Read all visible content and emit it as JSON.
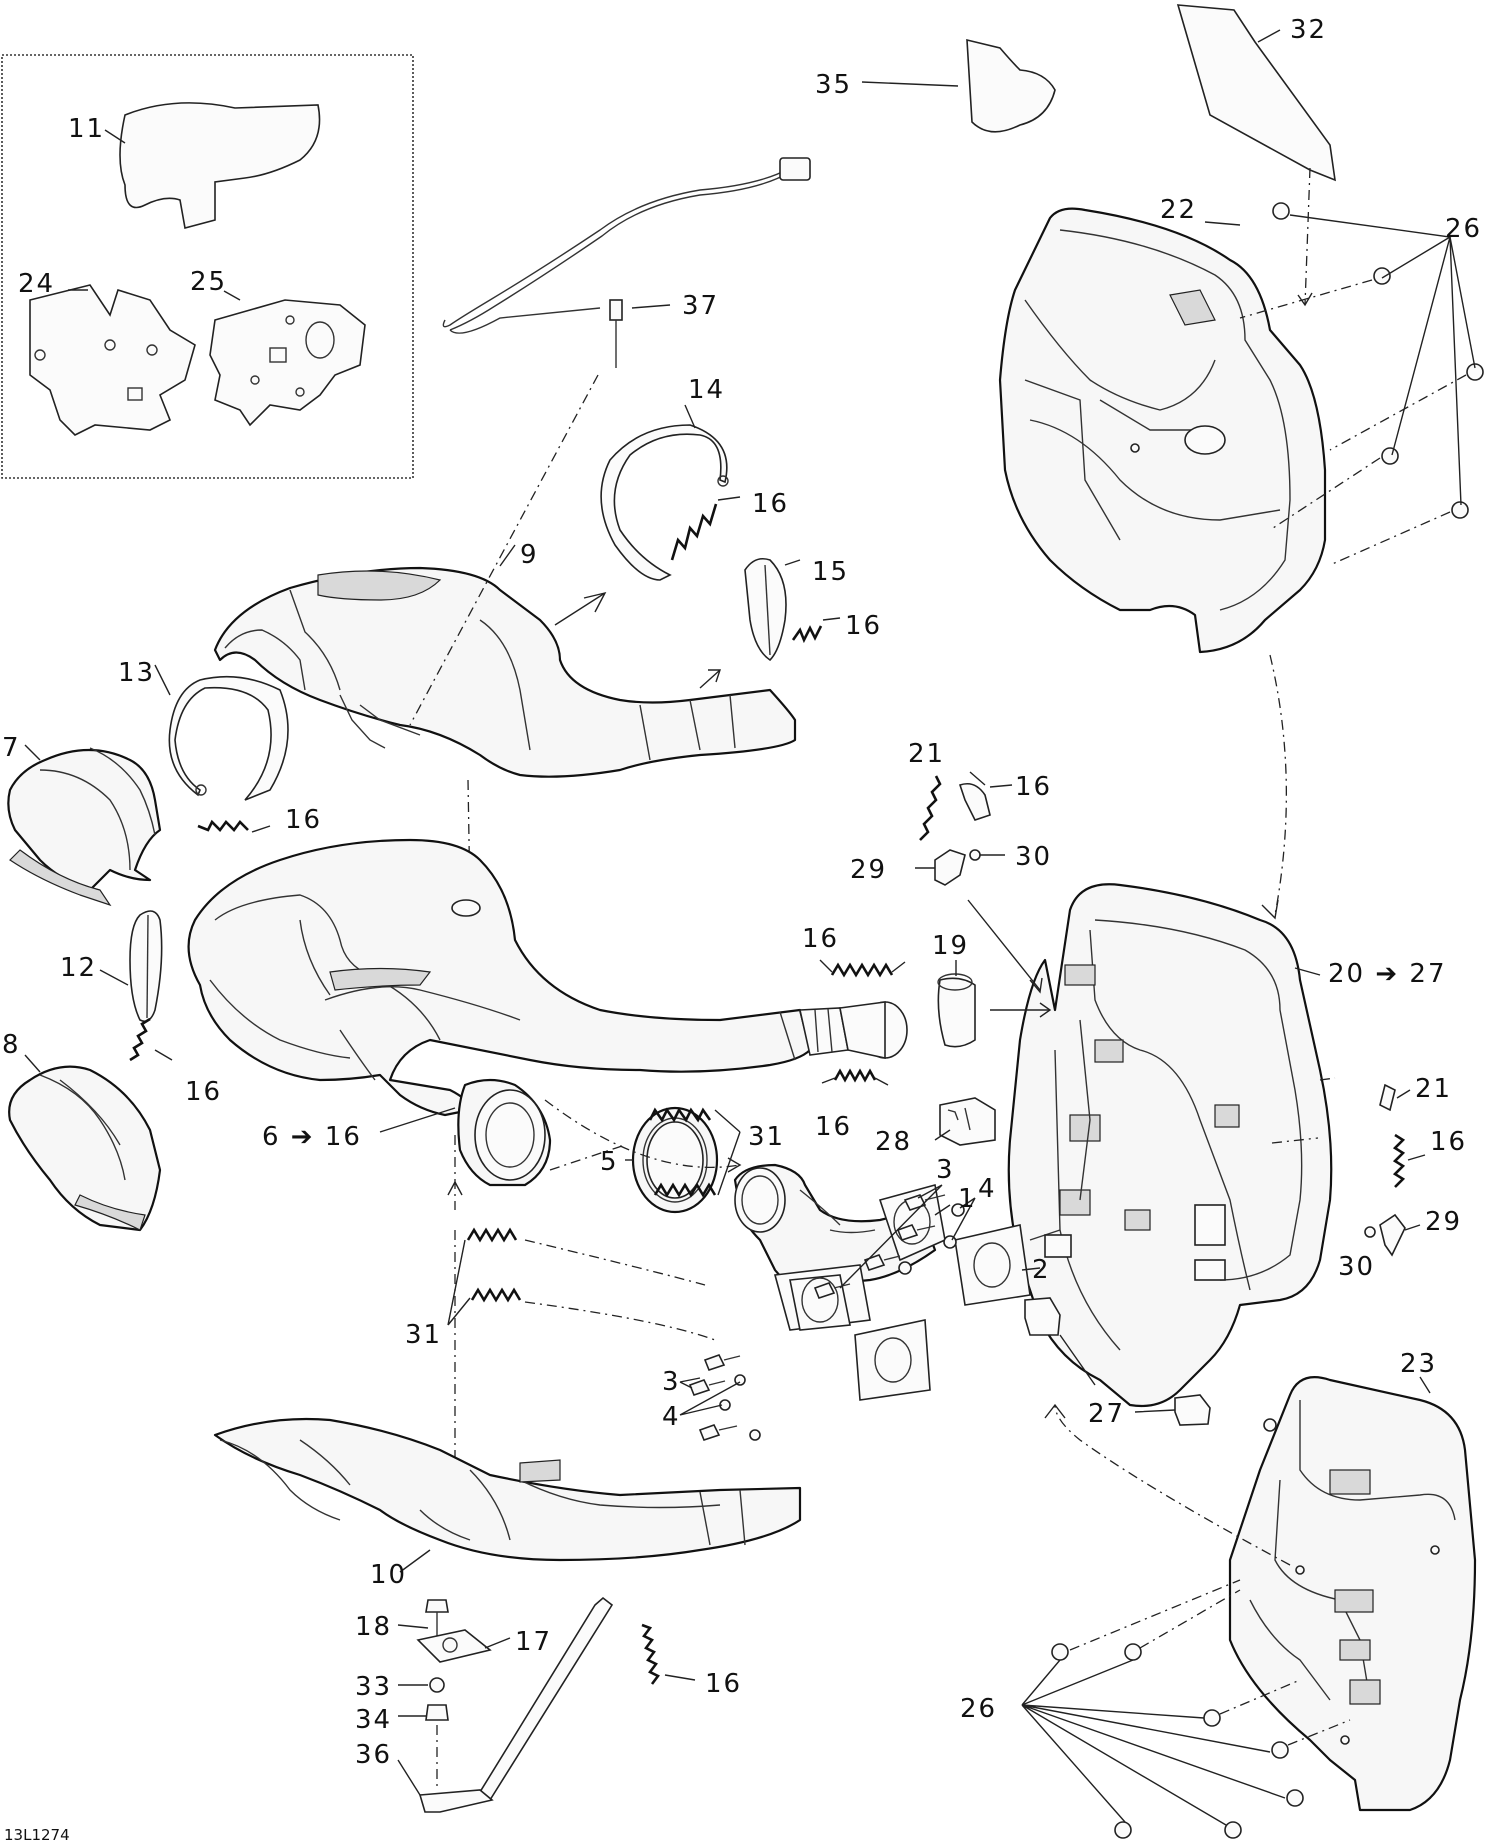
{
  "figure_code": "13L1274",
  "callouts": {
    "c1": "1",
    "c2": "2",
    "c3a": "3",
    "c3b": "3",
    "c4a": "4",
    "c4b": "4",
    "c5": "5",
    "c6": "6 ➔ 16",
    "c7": "7",
    "c8": "8",
    "c9": "9",
    "c10": "10",
    "c11": "11",
    "c12": "12",
    "c13": "13",
    "c14": "14",
    "c15": "15",
    "c16a": "16",
    "c16b": "16",
    "c16c": "16",
    "c16d": "16",
    "c16e": "16",
    "c16f": "16",
    "c16g": "16",
    "c16h": "16",
    "c16i": "16",
    "c17": "17",
    "c18": "18",
    "c19": "19",
    "c20": "20 ➔ 27",
    "c21a": "21",
    "c21b": "21",
    "c22": "22",
    "c23": "23",
    "c24": "24",
    "c25": "25",
    "c26a": "26",
    "c26b": "26",
    "c27": "27",
    "c28": "28",
    "c29a": "29",
    "c29b": "29",
    "c30a": "30",
    "c30b": "30",
    "c31a": "31",
    "c31b": "31",
    "c32": "32",
    "c33": "33",
    "c34": "34",
    "c35": "35",
    "c36": "36",
    "c37": "37"
  }
}
